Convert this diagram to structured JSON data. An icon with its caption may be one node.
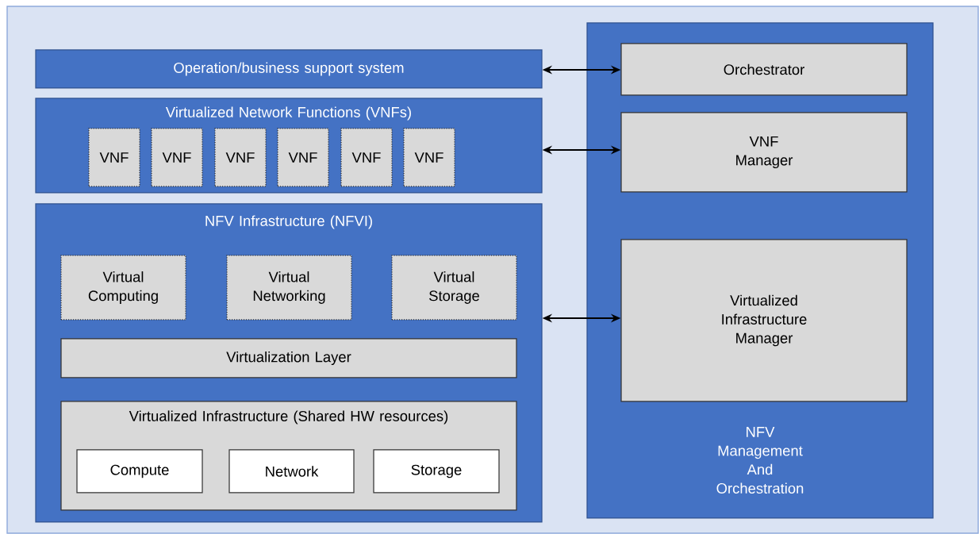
{
  "diagram": {
    "nodes": [
      {
        "text": [
          "Operation/business support system"
        ]
      },
      {
        "text": [
          "Virtualized Network Functions (VNFs)"
        ]
      },
      {
        "text": [
          "VNF"
        ],
        "in": 1
      },
      {
        "text": [
          "VNF"
        ],
        "in": 1
      },
      {
        "text": [
          "VNF"
        ],
        "in": 1
      },
      {
        "text": [
          "VNF"
        ],
        "in": 1
      },
      {
        "text": [
          "VNF"
        ],
        "in": 1
      },
      {
        "text": [
          "VNF"
        ],
        "in": 1
      },
      {
        "text": [
          "NFV Infrastructure (NFVI)"
        ]
      },
      {
        "text": [
          "Virtual Computing"
        ],
        "in": 8
      },
      {
        "text": [
          "Virtual Networking"
        ],
        "in": 8
      },
      {
        "text": [
          "Virtual Storage"
        ],
        "in": 8
      },
      {
        "text": [
          "Virtualization Layer"
        ],
        "in": 8
      },
      {
        "text": [
          "Virtualized Infrastructure (Shared HW resources)"
        ],
        "in": 8
      },
      {
        "text": [
          "Compute"
        ],
        "in": 13
      },
      {
        "text": [
          "Network"
        ],
        "in": 13
      },
      {
        "text": [
          "Storage"
        ],
        "in": 13
      },
      {
        "text": [
          "NFV Management And Orchestration"
        ]
      },
      {
        "text": [
          "Orchestrator"
        ],
        "in": 17
      },
      {
        "text": [
          "VNF Manager"
        ],
        "in": 17
      },
      {
        "text": [
          "Virtualized Infrastructure Manager"
        ],
        "in": 17
      }
    ],
    "edges": [
      {
        "from": 0,
        "to": 18,
        "arrow": "both"
      },
      {
        "from": 1,
        "to": 19,
        "arrow": "both"
      },
      {
        "from": 8,
        "to": 20,
        "arrow": "both"
      }
    ]
  }
}
